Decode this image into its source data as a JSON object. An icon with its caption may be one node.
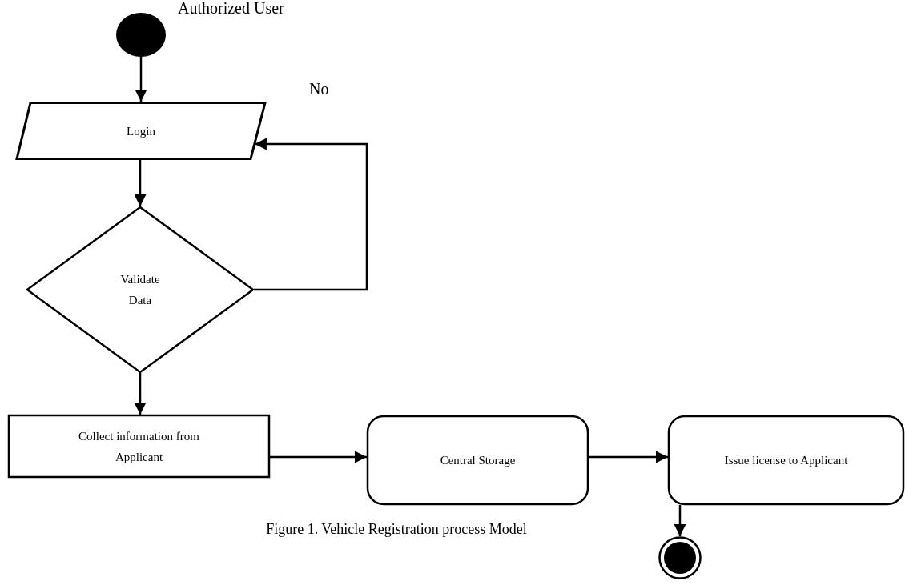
{
  "diagram": {
    "caption": "Figure 1. Vehicle Registration process Model",
    "nodes": [
      {
        "text": [],
        "shape": "circle",
        "beside": [
          "Authorized User"
        ]
      },
      {
        "text": [
          "Login"
        ]
      },
      {
        "text": [
          "Validate Data"
        ]
      },
      {
        "text": [
          "Collect information from Applicant"
        ]
      },
      {
        "text": [
          "Central Storage"
        ]
      },
      {
        "text": [
          "Issue license to Applicant"
        ]
      },
      {
        "text": [],
        "shape": "circle"
      }
    ],
    "edges": [
      {
        "from": 0,
        "to": 1,
        "arrow": "to"
      },
      {
        "from": 1,
        "to": 2,
        "arrow": "to"
      },
      {
        "from": 2,
        "to": 1,
        "arrow": "to",
        "label": "No"
      },
      {
        "from": 2,
        "to": 3,
        "arrow": "to"
      },
      {
        "from": 3,
        "to": 4,
        "arrow": "to"
      },
      {
        "from": 4,
        "to": 5,
        "arrow": "to"
      },
      {
        "from": 5,
        "to": 6,
        "arrow": "to"
      }
    ]
  }
}
